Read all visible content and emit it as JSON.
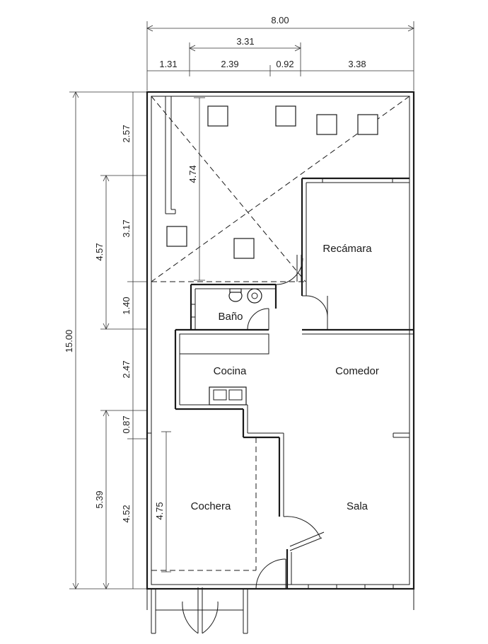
{
  "dimensions": {
    "width_total": "8.00",
    "width_sub": "3.31",
    "width_segments": [
      "1.31",
      "2.39",
      "0.92",
      "3.38"
    ],
    "height_total": "15.00",
    "height_outer": [
      "4.57",
      "5.39"
    ],
    "height_inner": [
      "2.57",
      "3.17",
      "1.40",
      "2.47",
      "0.87",
      "4.52"
    ],
    "inner_4_74": "4.74",
    "inner_4_75": "4.75"
  },
  "rooms": {
    "recamara": "Recámara",
    "bano": "Baño",
    "cocina": "Cocina",
    "comedor": "Comedor",
    "cochera": "Cochera",
    "sala": "Sala"
  }
}
